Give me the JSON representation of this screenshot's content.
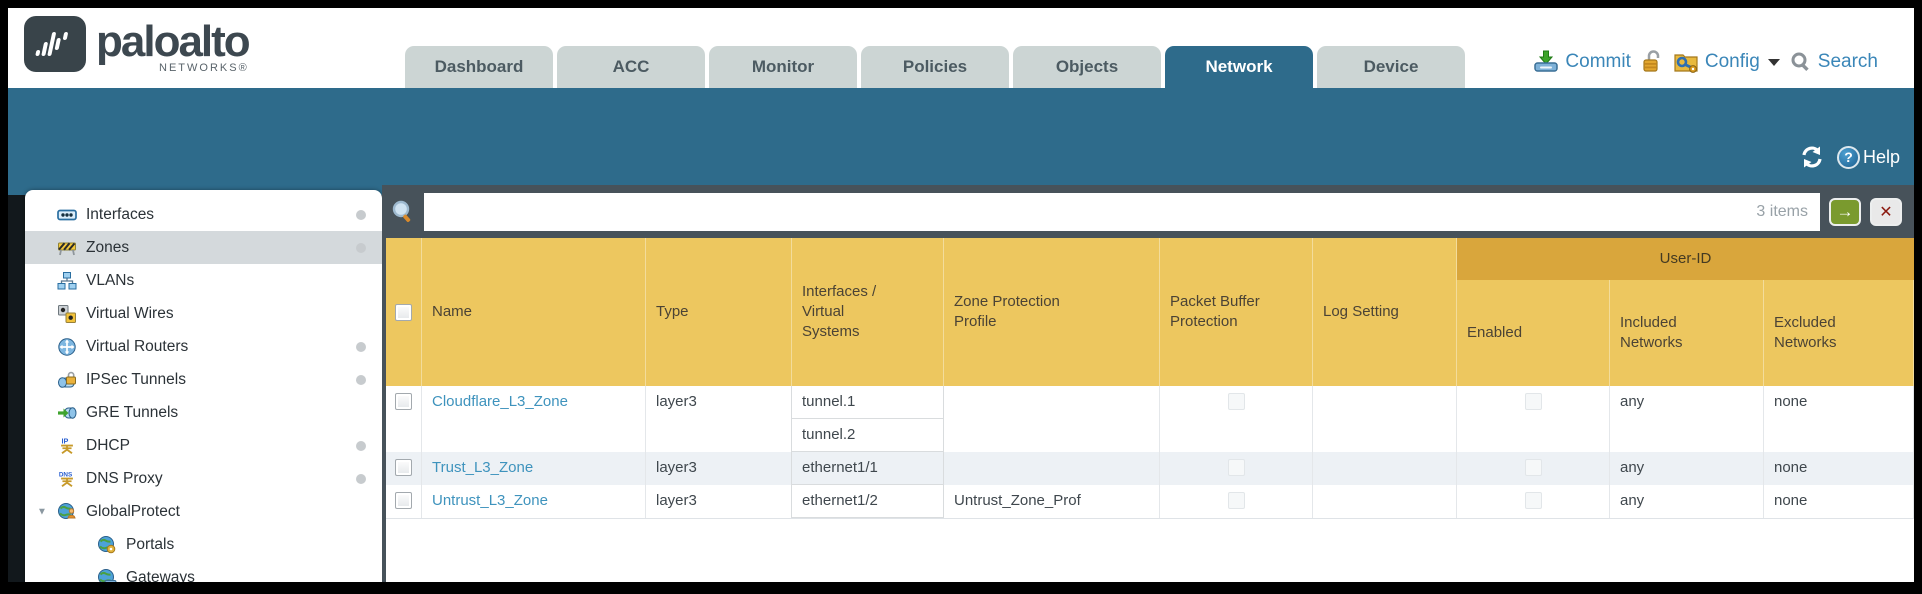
{
  "brand": {
    "name": "paloalto",
    "networks": "NETWORKS®"
  },
  "header": {
    "tabs": [
      {
        "label": "Dashboard",
        "active": false
      },
      {
        "label": "ACC",
        "active": false
      },
      {
        "label": "Monitor",
        "active": false
      },
      {
        "label": "Policies",
        "active": false
      },
      {
        "label": "Objects",
        "active": false
      },
      {
        "label": "Network",
        "active": true
      },
      {
        "label": "Device",
        "active": false
      }
    ],
    "utilities": {
      "commit": "Commit",
      "config": "Config",
      "search": "Search"
    }
  },
  "toolbar": {
    "help": "Help"
  },
  "search": {
    "value": "",
    "items_count": "3 items"
  },
  "sidebar": {
    "items": [
      {
        "label": "Interfaces",
        "icon": "interfaces-icon",
        "dot": true
      },
      {
        "label": "Zones",
        "icon": "zones-icon",
        "dot": true,
        "selected": true
      },
      {
        "label": "VLANs",
        "icon": "vlans-icon",
        "dot": false
      },
      {
        "label": "Virtual Wires",
        "icon": "virtual-wires-icon",
        "dot": false
      },
      {
        "label": "Virtual Routers",
        "icon": "virtual-routers-icon",
        "dot": true
      },
      {
        "label": "IPSec Tunnels",
        "icon": "ipsec-tunnels-icon",
        "dot": true
      },
      {
        "label": "GRE Tunnels",
        "icon": "gre-tunnels-icon",
        "dot": false
      },
      {
        "label": "DHCP",
        "icon": "dhcp-icon",
        "dot": true
      },
      {
        "label": "DNS Proxy",
        "icon": "dns-proxy-icon",
        "dot": true
      },
      {
        "label": "GlobalProtect",
        "icon": "globalprotect-icon",
        "dot": false,
        "expanded": true
      },
      {
        "label": "Portals",
        "icon": "portals-icon",
        "dot": false,
        "indent": 1
      },
      {
        "label": "Gateways",
        "icon": "gateways-icon",
        "dot": false,
        "indent": 1
      }
    ]
  },
  "table": {
    "group_header": "User-ID",
    "columns": {
      "name": "Name",
      "type": "Type",
      "interfaces": "Interfaces / Virtual Systems",
      "zone_protection_profile": "Zone Protection Profile",
      "packet_buffer_protection": "Packet Buffer Protection",
      "log_setting": "Log Setting",
      "enabled": "Enabled",
      "included_networks": "Included Networks",
      "excluded_networks": "Excluded Networks"
    },
    "rows": [
      {
        "name": "Cloudflare_L3_Zone",
        "type": "layer3",
        "interfaces": [
          "tunnel.1",
          "tunnel.2"
        ],
        "zone_protection_profile": "",
        "packet_buffer_protection": false,
        "log_setting": "",
        "user_id_enabled": false,
        "included_networks": "any",
        "excluded_networks": "none"
      },
      {
        "name": "Trust_L3_Zone",
        "type": "layer3",
        "interfaces": [
          "ethernet1/1"
        ],
        "zone_protection_profile": "",
        "packet_buffer_protection": false,
        "log_setting": "",
        "user_id_enabled": false,
        "included_networks": "any",
        "excluded_networks": "none"
      },
      {
        "name": "Untrust_L3_Zone",
        "type": "layer3",
        "interfaces": [
          "ethernet1/2"
        ],
        "zone_protection_profile": "Untrust_Zone_Prof",
        "packet_buffer_protection": false,
        "log_setting": "",
        "user_id_enabled": false,
        "included_networks": "any",
        "excluded_networks": "none"
      }
    ]
  },
  "colors": {
    "accent_teal": "#2e6b8b",
    "slate": "#47525a",
    "header_gold": "#edc75f",
    "userid_gold": "#d9a63c",
    "link_blue": "#3e93bd",
    "utility_blue": "#3a86b8",
    "alt_row": "#edf1f5"
  }
}
